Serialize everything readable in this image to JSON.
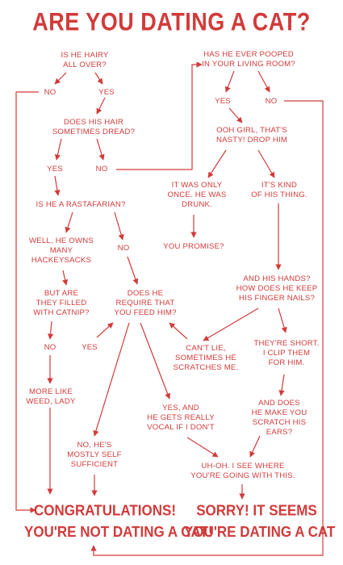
{
  "title": "ARE YOU DATING A CAT?",
  "nodes": {
    "hairy": "IS HE HAIRY\nALL OVER?",
    "no_1": "NO",
    "yes_1": "YES",
    "dread": "DOES HIS HAIR\nSOMETIMES DREAD?",
    "yes_2": "YES",
    "no_2": "NO",
    "rasta": "IS HE A RASTAFARIAN?",
    "hackeysacks": "WELL, HE OWNS\nMANY\nHACKEYSACKS",
    "no_3": "NO",
    "catnip": "BUT ARE\nTHEY FILLED\nWITH CATNIP?",
    "feed": "DOES HE\nREQUIRE THAT\nYOU FEED HIM?",
    "no_4": "NO",
    "yes_4": "YES",
    "weed": "MORE LIKE\nWEED, LADY",
    "self_sufficient": "NO, HE'S\nMOSTLY SELF\nSUFFICIENT",
    "vocal": "YES, AND\nHE GETS REALLY\nVOCAL IF I DON'T",
    "pooped": "HAS HE EVER POOPED\nIN YOUR LIVING ROOM?",
    "yes_5": "YES",
    "no_5": "NO",
    "drop_him": "OOH GIRL, THAT'S\nNASTY! DROP HIM",
    "drunk": "IT WAS ONLY\nONCE. HE WAS\nDRUNK.",
    "his_thing": "IT'S KIND\nOF HIS THING.",
    "promise": "YOU PROMISE?",
    "hands": "AND HIS HANDS?\nHOW DOES HE KEEP\nHIS FINGER NAILS?",
    "scratches": "CAN'T LIE,\nSOMETIMES HE\nSCRATCHES ME.",
    "short": "THEY'RE SHORT.\nI CLIP THEM\nFOR HIM.",
    "ears": "AND DOES\nHE MAKE YOU\nSCRATCH HIS\nEARS?",
    "uh_oh": "UH-OH. I SEE WHERE\nYOU'RE GOING WITH THIS."
  },
  "results": {
    "not_cat": "CONGRATULATIONS!\nYOU'RE NOT DATING A CAT!",
    "is_cat": "SORRY! IT SEEMS\nYOU'RE DATING A CAT"
  },
  "colors": {
    "accent": "#d23a3a",
    "background": "#ffffff"
  }
}
